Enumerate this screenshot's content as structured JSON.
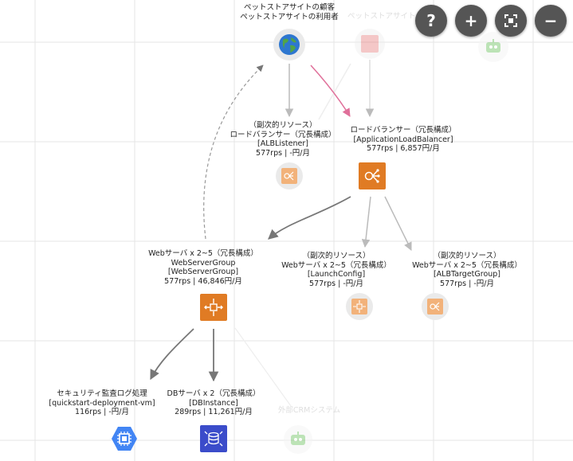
{
  "colors": {
    "aws_orange": "#E07B24",
    "aws_orange_light": "#F2B27A",
    "gcp_blue": "#4285F4",
    "db_blue": "#3B4CCA",
    "robot_green": "#7CC870",
    "arrow_gray": "#bbbbbb",
    "arrow_dark": "#777777",
    "arrow_pink": "#E0709A",
    "toolbar_bg": "#555555"
  },
  "toolbar": {
    "help": "?",
    "zoom_in": "+",
    "fit": "⛶",
    "zoom_out": "−"
  },
  "nodes": {
    "customer": {
      "lines": [
        "ペットストアサイトの顧客",
        "ペットストアサイトの利用者"
      ],
      "icon": "globe-icon"
    },
    "customer_faded": {
      "lines": [
        "ペットストアサイト..."
      ],
      "icon": "user-icon"
    },
    "alb_listener": {
      "lines": [
        "（副次的リソース）",
        "ロードバランサー（冗長構成）",
        "[ALBListener]",
        "577rps | -円/月"
      ],
      "icon": "load-balancer-icon"
    },
    "alb": {
      "lines": [
        "ロードバランサー（冗長構成）",
        "[ApplicationLoadBalancer]",
        "577rps | 6,857円/月"
      ],
      "icon": "load-balancer-icon"
    },
    "web_group": {
      "lines": [
        "Webサーバ x 2~5（冗長構成）",
        "WebServerGroup",
        "[WebServerGroup]",
        "577rps | 46,846円/月"
      ],
      "icon": "autoscaling-icon"
    },
    "launch_config": {
      "lines": [
        "（副次的リソース）",
        "Webサーバ x 2~5（冗長構成）",
        "[LaunchConfig]",
        "577rps | -円/月"
      ],
      "icon": "autoscaling-icon"
    },
    "alb_target": {
      "lines": [
        "（副次的リソース）",
        "Webサーバ x 2~5（冗長構成）",
        "[ALBTargetGroup]",
        "577rps | -円/月"
      ],
      "icon": "load-balancer-icon"
    },
    "security_vm": {
      "lines": [
        "セキュリティ監査ログ処理",
        "[quickstart-deployment-vm]",
        "116rps | -円/月"
      ],
      "icon": "compute-engine-icon"
    },
    "db": {
      "lines": [
        "DBサーバ x 2（冗長構成）",
        "[DBInstance]",
        "289rps | 11,261円/月"
      ],
      "icon": "database-icon"
    },
    "crm": {
      "lines": [
        "外部CRMシステム"
      ],
      "icon": "robot-icon"
    }
  }
}
